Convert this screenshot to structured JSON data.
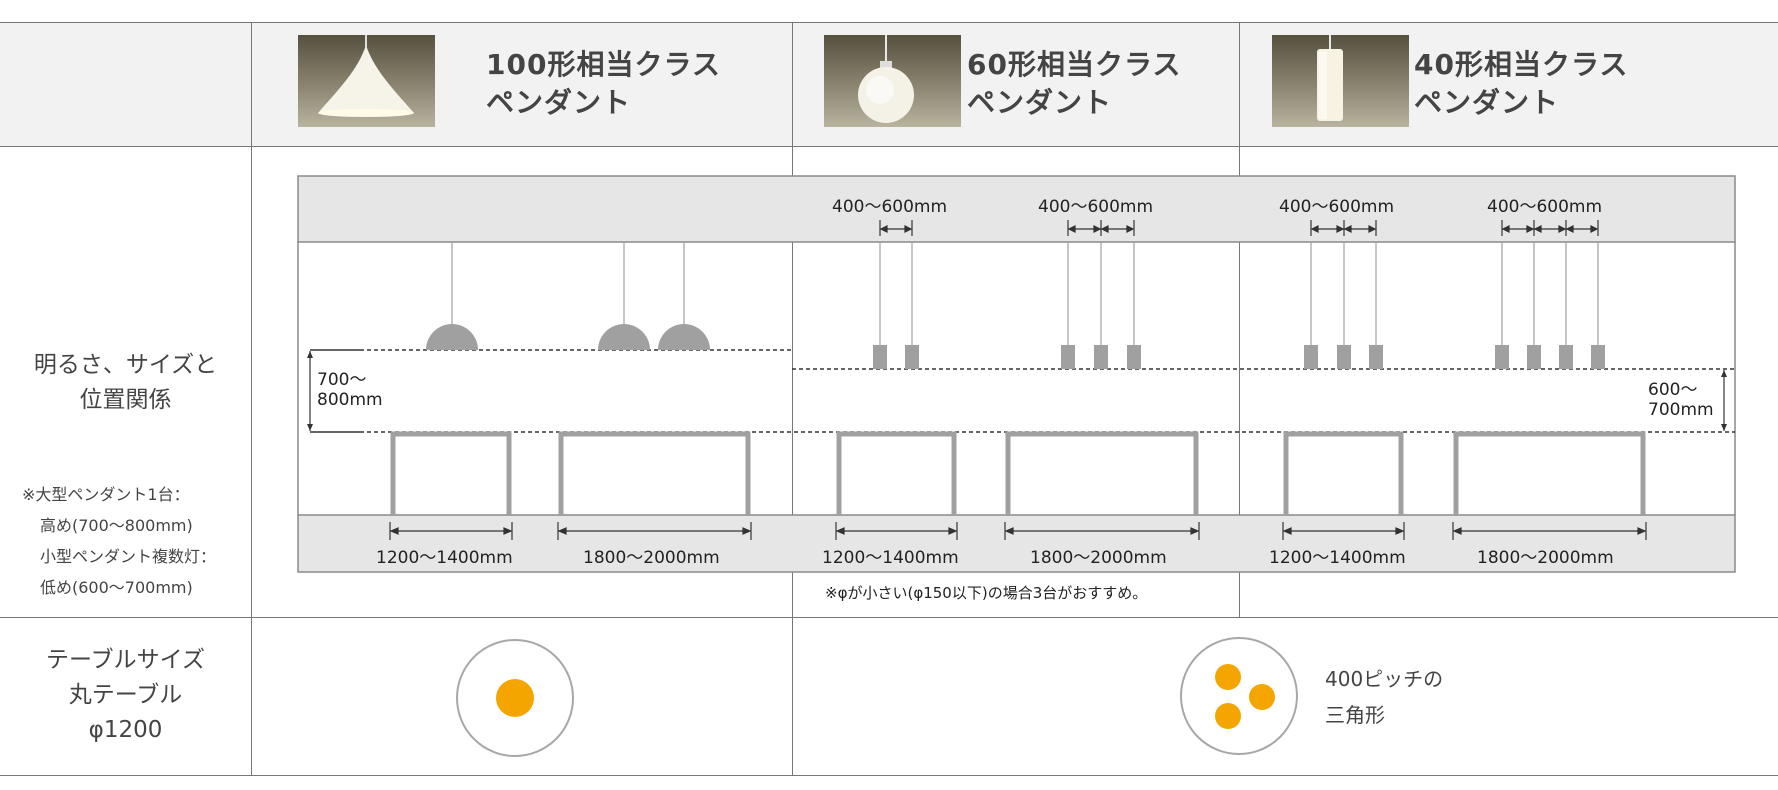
{
  "header": {
    "columns": [
      {
        "line1": "100形相当クラス",
        "line2": "ペンダント",
        "lamp_icon": "dome-pendant-icon"
      },
      {
        "line1": "60形相当クラス",
        "line2": "ペンダント",
        "lamp_icon": "globe-pendant-icon"
      },
      {
        "line1": "40形相当クラス",
        "line2": "ペンダント",
        "lamp_icon": "cylinder-pendant-icon"
      }
    ]
  },
  "rows": {
    "brightness": {
      "label_line1": "明るさ、サイズと",
      "label_line2": "位置関係",
      "note_lines": [
        "※大型ペンダント1台：",
        "高め(700〜800mm)",
        "小型ペンダント複数灯：",
        "低め(600〜700mm)"
      ]
    },
    "table_size": {
      "label_line1": "テーブルサイズ",
      "label_line2": "丸テーブル",
      "label_line3": "φ1200"
    }
  },
  "diagram": {
    "spacing_labels": [
      "400〜600mm",
      "400〜600mm",
      "400〜600mm",
      "400〜600mm"
    ],
    "height_left_line1": "700〜",
    "height_left_line2": "800mm",
    "height_right_line1": "600〜",
    "height_right_line2": "700mm",
    "table_widths": [
      "1200〜1400mm",
      "1800〜2000mm",
      "1200〜1400mm",
      "1800〜2000mm",
      "1200〜1400mm",
      "1800〜2000mm"
    ],
    "footnote": "※φが小さい(φ150以下)の場合3台がおすすめ。"
  },
  "round_table": {
    "triangle_caption_line1": "400ピッチの",
    "triangle_caption_line2": "三角形",
    "lamp_color": "#f5a500"
  },
  "colors": {
    "header_bg": "#f2f2f2",
    "band_bg": "#e6e6e6",
    "lamp_gray": "#a0a0a0",
    "accent": "#f5a500"
  }
}
